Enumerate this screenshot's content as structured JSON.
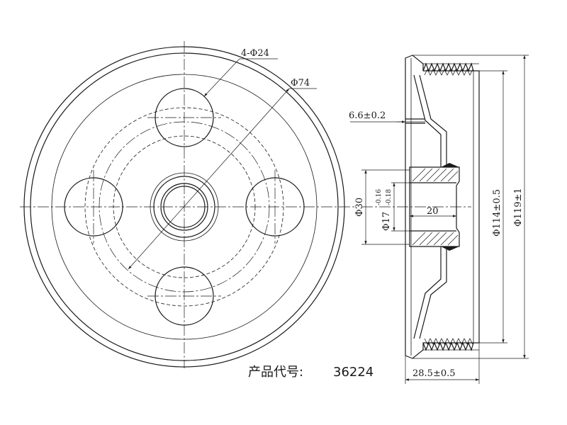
{
  "front_view": {
    "hole_pattern_label": "4-Φ24",
    "bolt_circle_label": "Φ74"
  },
  "side_view": {
    "flange_thickness_label": "6.6±0.2",
    "hub_dia_label": "Φ30",
    "bore_dia_label": "Φ17",
    "bore_tol_upper": "-0.16",
    "bore_tol_lower": "-0.18",
    "hub_length_label": "20",
    "groove_dia_label": "Φ114±0.5",
    "outer_dia_label": "Φ119±1",
    "width_label": "28.5±0.5"
  },
  "caption": {
    "product_code_label": "产品代号:",
    "product_code_value": "36224"
  }
}
